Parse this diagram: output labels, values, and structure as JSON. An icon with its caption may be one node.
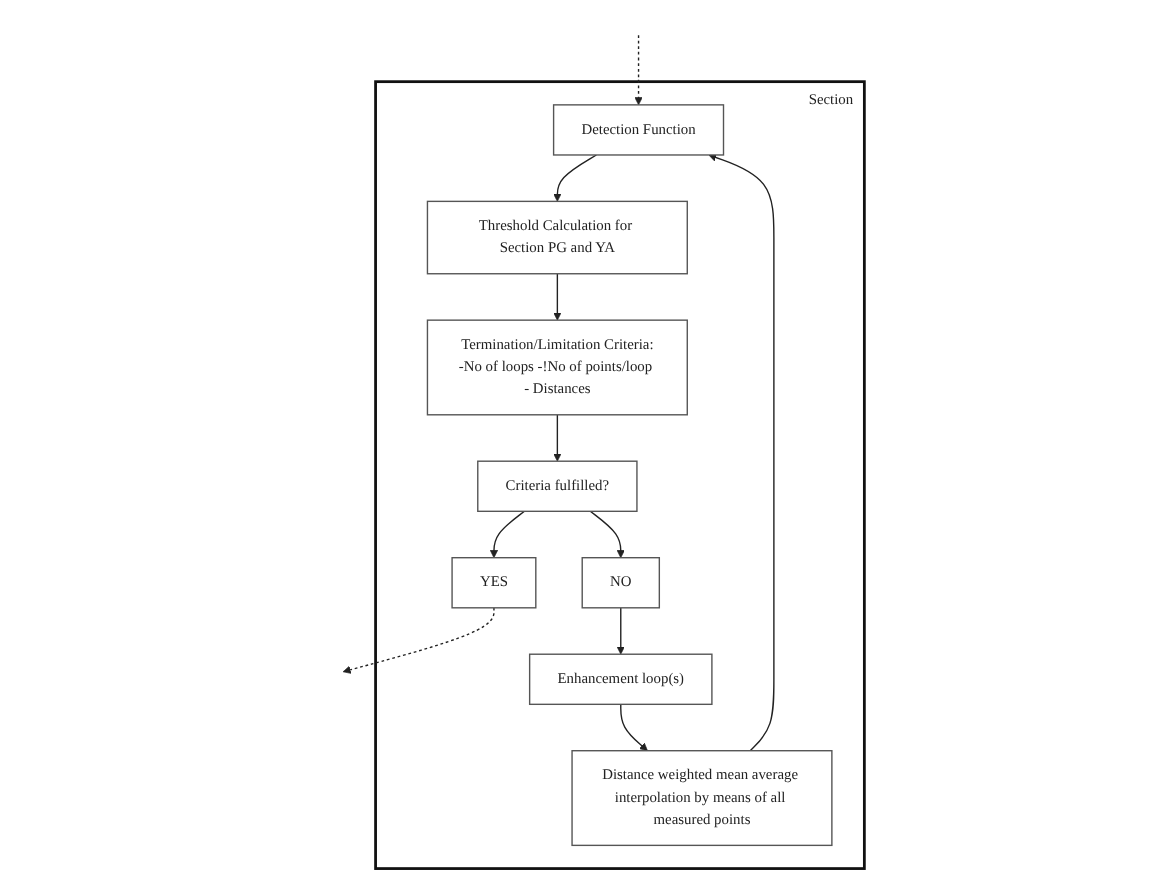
{
  "diagram": {
    "nodes": [
      {
        "text": [
          "Section"
        ]
      },
      {
        "text": [
          "Detection Function"
        ],
        "in": 0
      },
      {
        "text": [
          "Threshold Calculation for Section PG and YA"
        ],
        "in": 0
      },
      {
        "text": [
          "Termination/Limitation Criteria:",
          "-No of loops -!No of points/loop - Distances"
        ],
        "in": 0
      },
      {
        "text": [
          "Criteria fulfilled?"
        ],
        "in": 0
      },
      {
        "text": [
          "YES"
        ],
        "in": 0
      },
      {
        "text": [
          "NO"
        ],
        "in": 0
      },
      {
        "text": [
          "Enhancement loop(s)"
        ],
        "in": 0
      },
      {
        "text": [
          "Distance weighted mean average interpolation by means of all measured points"
        ],
        "in": 0
      }
    ],
    "edges": [
      {
        "from": null,
        "to": 1,
        "arrow": "to",
        "style": "dashed"
      },
      {
        "from": 1,
        "to": 2,
        "arrow": "to"
      },
      {
        "from": 2,
        "to": 3,
        "arrow": "to"
      },
      {
        "from": 3,
        "to": 4,
        "arrow": "to"
      },
      {
        "from": 4,
        "to": 5,
        "arrow": "to"
      },
      {
        "from": 4,
        "to": 6,
        "arrow": "to"
      },
      {
        "from": 6,
        "to": 7,
        "arrow": "to"
      },
      {
        "from": 7,
        "to": 8,
        "arrow": "to"
      },
      {
        "from": 8,
        "to": 1,
        "arrow": "to"
      },
      {
        "from": 5,
        "to": null,
        "arrow": "to",
        "style": "dashed"
      }
    ]
  }
}
